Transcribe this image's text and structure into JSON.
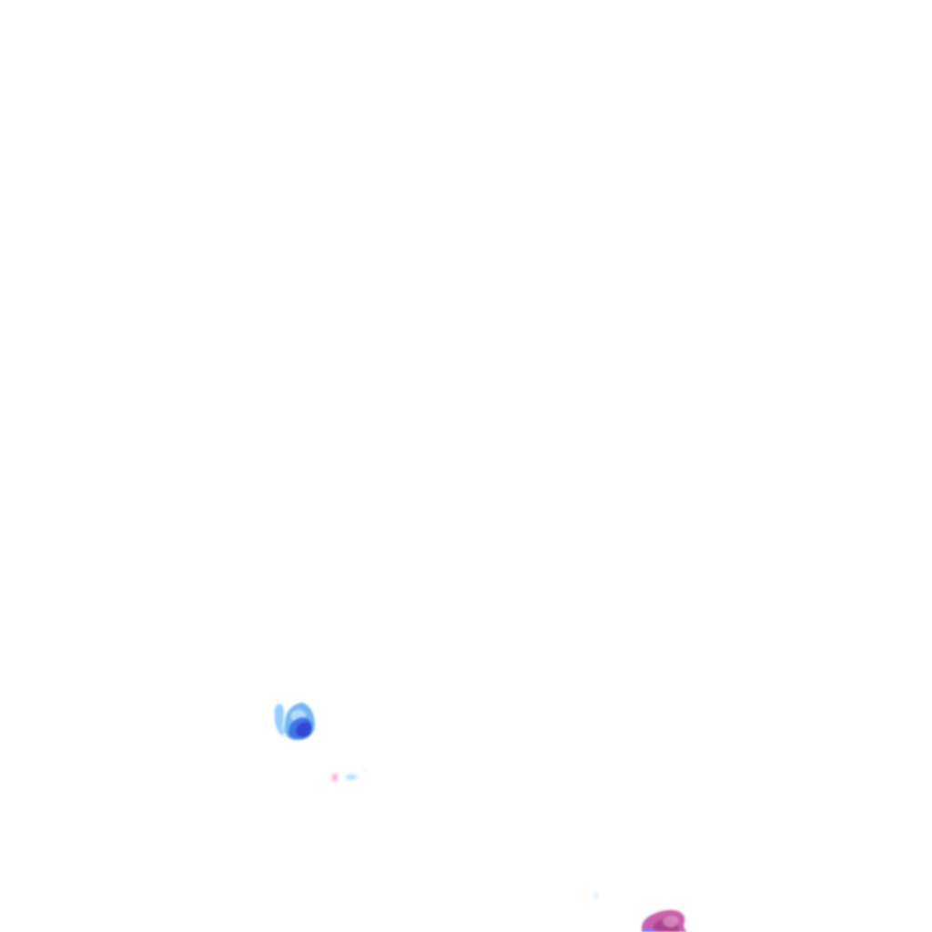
{
  "scene": {
    "background": "#ffffff",
    "blobs": [
      {
        "name": "blue-splash",
        "colors": [
          "#6fb3f2",
          "#3f72e6",
          "#2f43d3",
          "#9fd0ff"
        ]
      },
      {
        "name": "faint-specks",
        "colors": [
          "#ff4fb0",
          "#84c8ff"
        ]
      },
      {
        "name": "magenta-splash",
        "colors": [
          "#c55aa5",
          "#a8438d",
          "#6d7bff"
        ]
      },
      {
        "name": "tiny-dot",
        "colors": [
          "#9ed7ff"
        ]
      }
    ]
  }
}
